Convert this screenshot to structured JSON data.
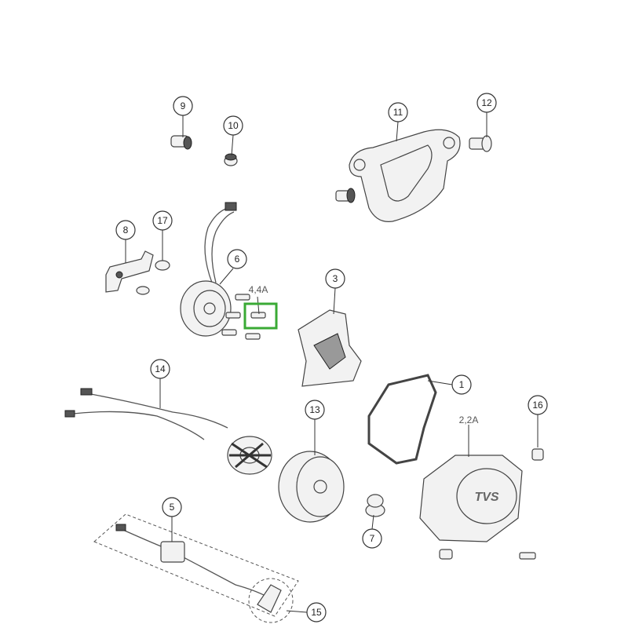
{
  "diagram": {
    "callouts": [
      {
        "id": "c9",
        "label": "9"
      },
      {
        "id": "c10",
        "label": "10"
      },
      {
        "id": "c11",
        "label": "11"
      },
      {
        "id": "c12",
        "label": "12"
      },
      {
        "id": "c8",
        "label": "8"
      },
      {
        "id": "c17",
        "label": "17"
      },
      {
        "id": "c6",
        "label": "6"
      },
      {
        "id": "c3",
        "label": "3"
      },
      {
        "id": "c1",
        "label": "1"
      },
      {
        "id": "c14",
        "label": "14"
      },
      {
        "id": "c13",
        "label": "13"
      },
      {
        "id": "c16",
        "label": "16"
      },
      {
        "id": "c5",
        "label": "5"
      },
      {
        "id": "c7",
        "label": "7"
      },
      {
        "id": "c15",
        "label": "15"
      }
    ],
    "plain_labels": {
      "bolt_set": "4,4A",
      "cover_set": "2,2A"
    },
    "logo_text": "TVS",
    "highlight_color": "#3aaa35"
  }
}
